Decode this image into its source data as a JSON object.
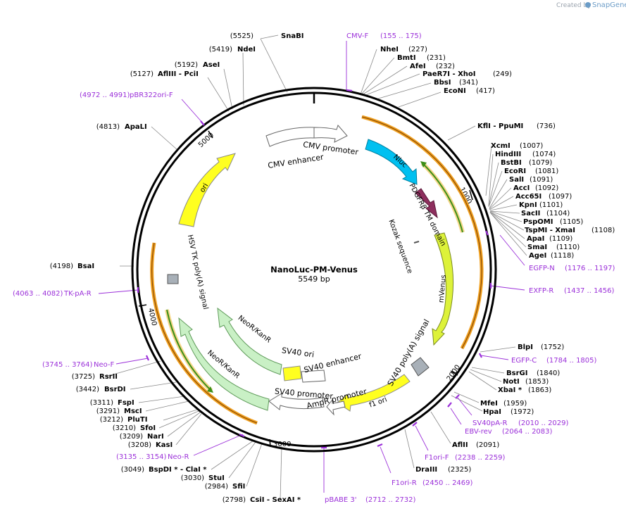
{
  "branding": {
    "created_by": "Created by",
    "app": "SnapGene"
  },
  "plasmid": {
    "name": "NanoLuc-PM-Venus",
    "length_label": "5549 bp"
  },
  "ticks": [
    "1000",
    "2000",
    "3000",
    "4000",
    "5000"
  ],
  "features": [
    {
      "name": "cmv-enhancer",
      "label": "CMV enhancer"
    },
    {
      "name": "cmv-promoter",
      "label": "CMV promoter"
    },
    {
      "name": "nluc",
      "label": "Nluc"
    },
    {
      "name": "pdgfrb-tm",
      "label": "PDGFRβ TM domain"
    },
    {
      "name": "kozak",
      "label": "Kozak sequence"
    },
    {
      "name": "mvenus",
      "label": "mVenus"
    },
    {
      "name": "sv40-polya",
      "label": "SV40 poly(A) signal"
    },
    {
      "name": "f1-ori",
      "label": "f1 ori"
    },
    {
      "name": "ampr-promoter",
      "label": "AmpR promoter"
    },
    {
      "name": "sv40-promoter",
      "label": "SV40 promoter"
    },
    {
      "name": "sv40-enhancer",
      "label": "SV40 enhancer"
    },
    {
      "name": "sv40-ori",
      "label": "SV40 ori"
    },
    {
      "name": "neor-kanr-1",
      "label": "NeoR/KanR"
    },
    {
      "name": "neor-kanr-2",
      "label": "NeoR/KanR"
    },
    {
      "name": "hsv-tk-polya",
      "label": "HSV TK poly(A) signal"
    },
    {
      "name": "ori",
      "label": "ori"
    }
  ],
  "sites": [
    {
      "name": "SnaBI",
      "pos": "(5525)"
    },
    {
      "name": "NdeI",
      "pos": "(5419)"
    },
    {
      "name": "AseI",
      "pos": "(5192)"
    },
    {
      "name": "AflIII - PciI",
      "pos": "(5127)"
    },
    {
      "name": "ApaLI",
      "pos": "(4813)"
    },
    {
      "name": "BsaI",
      "pos": "(4198)"
    },
    {
      "name": "RsrII",
      "pos": "(3725)"
    },
    {
      "name": "BsrDI",
      "pos": "(3442)"
    },
    {
      "name": "FspI",
      "pos": "(3311)"
    },
    {
      "name": "MscI",
      "pos": "(3291)"
    },
    {
      "name": "PluTI",
      "pos": "(3212)"
    },
    {
      "name": "SfoI",
      "pos": "(3210)"
    },
    {
      "name": "NarI",
      "pos": "(3209)"
    },
    {
      "name": "KasI",
      "pos": "(3208)"
    },
    {
      "name": "BspDI * - ClaI *",
      "pos": "(3049)"
    },
    {
      "name": "StuI",
      "pos": "(3030)"
    },
    {
      "name": "SfiI",
      "pos": "(2984)"
    },
    {
      "name": "CsiI - SexAI *",
      "pos": "(2798)"
    },
    {
      "name": "NheI",
      "pos": "(227)"
    },
    {
      "name": "BmtI",
      "pos": "(231)"
    },
    {
      "name": "AfeI",
      "pos": "(232)"
    },
    {
      "name": "PaeR7I - XhoI",
      "pos": "(249)"
    },
    {
      "name": "BbsI",
      "pos": "(341)"
    },
    {
      "name": "EcoNI",
      "pos": "(417)"
    },
    {
      "name": "KflI - PpuMI",
      "pos": "(736)"
    },
    {
      "name": "XcmI",
      "pos": "(1007)"
    },
    {
      "name": "HindIII",
      "pos": "(1074)"
    },
    {
      "name": "BstBI",
      "pos": "(1079)"
    },
    {
      "name": "EcoRI",
      "pos": "(1081)"
    },
    {
      "name": "SalI",
      "pos": "(1091)"
    },
    {
      "name": "AccI",
      "pos": "(1092)"
    },
    {
      "name": "Acc65I",
      "pos": "(1097)"
    },
    {
      "name": "KpnI",
      "pos": "(1101)"
    },
    {
      "name": "SacII",
      "pos": "(1104)"
    },
    {
      "name": "PspOMI",
      "pos": "(1105)"
    },
    {
      "name": "TspMI - XmaI",
      "pos": "(1108)"
    },
    {
      "name": "ApaI",
      "pos": "(1109)"
    },
    {
      "name": "SmaI",
      "pos": "(1110)"
    },
    {
      "name": "AgeI",
      "pos": "(1118)"
    },
    {
      "name": "BlpI",
      "pos": "(1752)"
    },
    {
      "name": "BsrGI",
      "pos": "(1840)"
    },
    {
      "name": "NotI",
      "pos": "(1853)"
    },
    {
      "name": "XbaI *",
      "pos": "(1863)"
    },
    {
      "name": "MfeI",
      "pos": "(1959)"
    },
    {
      "name": "HpaI",
      "pos": "(1972)"
    },
    {
      "name": "AflII",
      "pos": "(2091)"
    },
    {
      "name": "DraIII",
      "pos": "(2325)"
    }
  ],
  "primers": [
    {
      "name": "CMV-F",
      "pos": "(155 .. 175)"
    },
    {
      "name": "pBR322ori-F",
      "pos": "(4972 .. 4991)"
    },
    {
      "name": "TK-pA-R",
      "pos": "(4063 .. 4082)"
    },
    {
      "name": "Neo-F",
      "pos": "(3745 .. 3764)"
    },
    {
      "name": "Neo-R",
      "pos": "(3135 .. 3154)"
    },
    {
      "name": "pBABE 3'",
      "pos": "(2712 .. 2732)"
    },
    {
      "name": "F1ori-R",
      "pos": "(2450 .. 2469)"
    },
    {
      "name": "F1ori-F",
      "pos": "(2238 .. 2259)"
    },
    {
      "name": "EBV-rev",
      "pos": "(2064 .. 2083)"
    },
    {
      "name": "SV40pA-R",
      "pos": "(2010 .. 2029)"
    },
    {
      "name": "EGFP-C",
      "pos": "(1784 .. 1805)"
    },
    {
      "name": "EXFP-R",
      "pos": "(1437 .. 1456)"
    },
    {
      "name": "EGFP-N",
      "pos": "(1176 .. 1197)"
    }
  ]
}
